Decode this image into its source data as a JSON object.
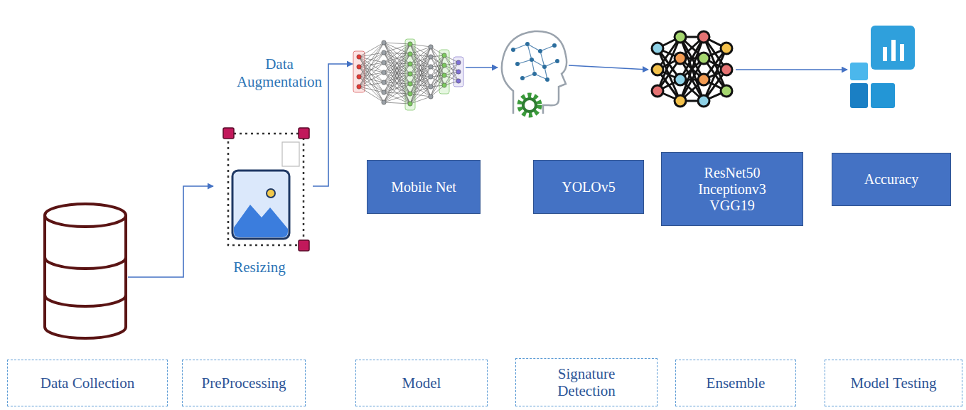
{
  "diagram": {
    "nodes": [
      {
        "text": [
          "Mobile Net"
        ]
      },
      {
        "text": [
          "YOLOv5"
        ]
      },
      {
        "text": [
          "ResNet50 Inceptionv3 VGG19"
        ]
      },
      {
        "text": [
          "Accuracy"
        ]
      },
      {
        "text": [
          "Data Collection"
        ]
      },
      {
        "text": [
          "PreProcessing"
        ]
      },
      {
        "text": [
          "Model"
        ]
      },
      {
        "text": [
          "Signature Detection"
        ]
      },
      {
        "text": [
          "Ensemble"
        ]
      },
      {
        "text": [
          "Model Testing"
        ]
      }
    ],
    "labels": [
      "Data Augmentation",
      "Resizing"
    ]
  }
}
